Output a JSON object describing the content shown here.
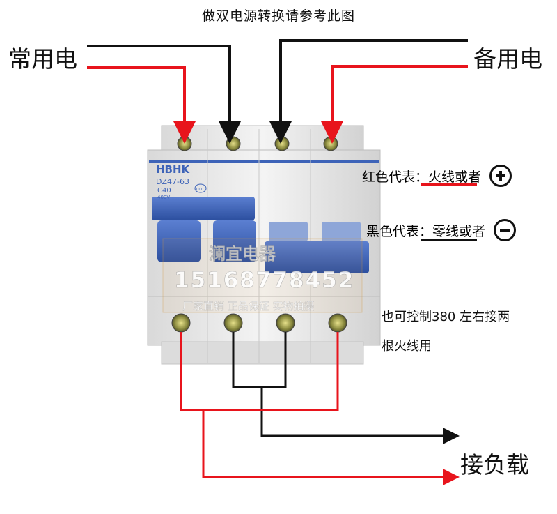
{
  "title": "做双电源转换请参考此图",
  "labels": {
    "normal_power": "常用电",
    "backup_power": "备用电",
    "load": "接负载",
    "note_line1": "也可控制380 左右接两",
    "note_line2": "根火线用"
  },
  "legend": {
    "red_prefix": "红色代表：",
    "red_meaning": "火线或者",
    "black_prefix": "黑色代表：",
    "black_meaning": "零线或者"
  },
  "breaker": {
    "brand": "HBHK",
    "model": "DZ47-63",
    "rating": "C40",
    "voltage": "400V~",
    "cert_mark": "CCC"
  },
  "watermark": {
    "shop": "澜宜电器",
    "phone": "15168778452",
    "slogan": "厂家直销 正品保证 实物拍摄"
  },
  "colors": {
    "live": "#e8141c",
    "neutral": "#111111",
    "breaker_blue": "#3d63b8",
    "breaker_body": "#ececec"
  },
  "icons": [
    "plus-icon",
    "minus-icon"
  ]
}
